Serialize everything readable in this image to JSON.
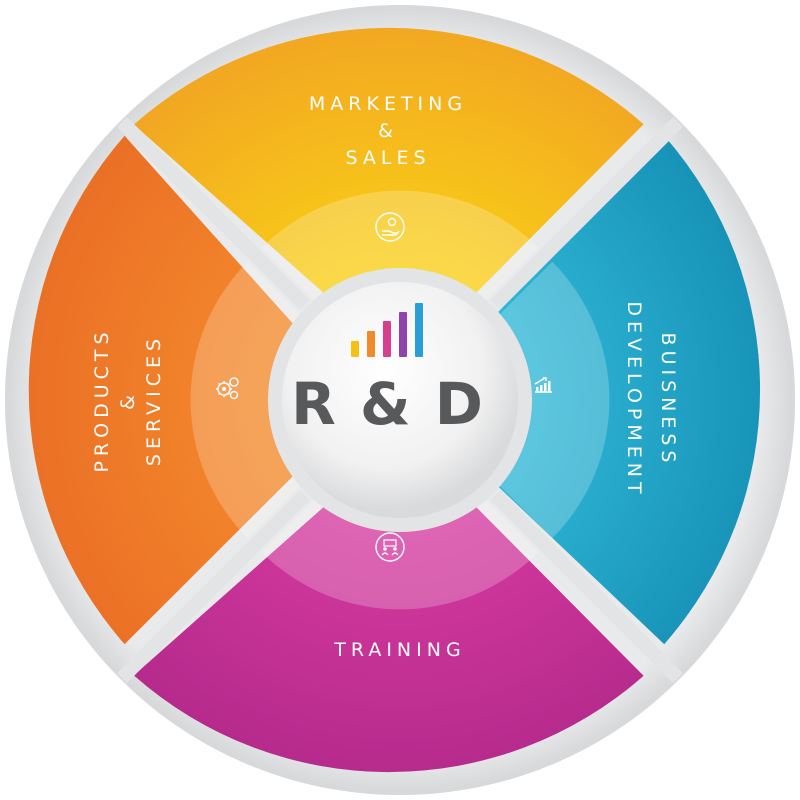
{
  "center": {
    "title": "R & D",
    "bars_icon_colors": [
      "#f6c017",
      "#f08a2a",
      "#d63f8e",
      "#8e44ad",
      "#2a9fd6"
    ]
  },
  "segments": [
    {
      "id": "top",
      "lines": [
        "MARKETING",
        "&",
        "SALES"
      ],
      "icon": "hand-coin-icon",
      "color_outer": "#f2a81d",
      "color_inner": "#f9c91c"
    },
    {
      "id": "right",
      "lines": [
        "BUISNESS",
        "DEVELOPMENT"
      ],
      "icon": "growth-chart-icon",
      "color_outer": "#1a9dbf",
      "color_inner": "#39b9d8"
    },
    {
      "id": "bottom",
      "lines": [
        "TRAINING"
      ],
      "icon": "presentation-icon",
      "color_outer": "#b82c8e",
      "color_inner": "#d43a9d"
    },
    {
      "id": "left",
      "lines": [
        "PRODUCTS",
        "&",
        "SERVICES"
      ],
      "icon": "gears-icon",
      "color_outer": "#ec7428",
      "color_inner": "#f48f34"
    }
  ]
}
